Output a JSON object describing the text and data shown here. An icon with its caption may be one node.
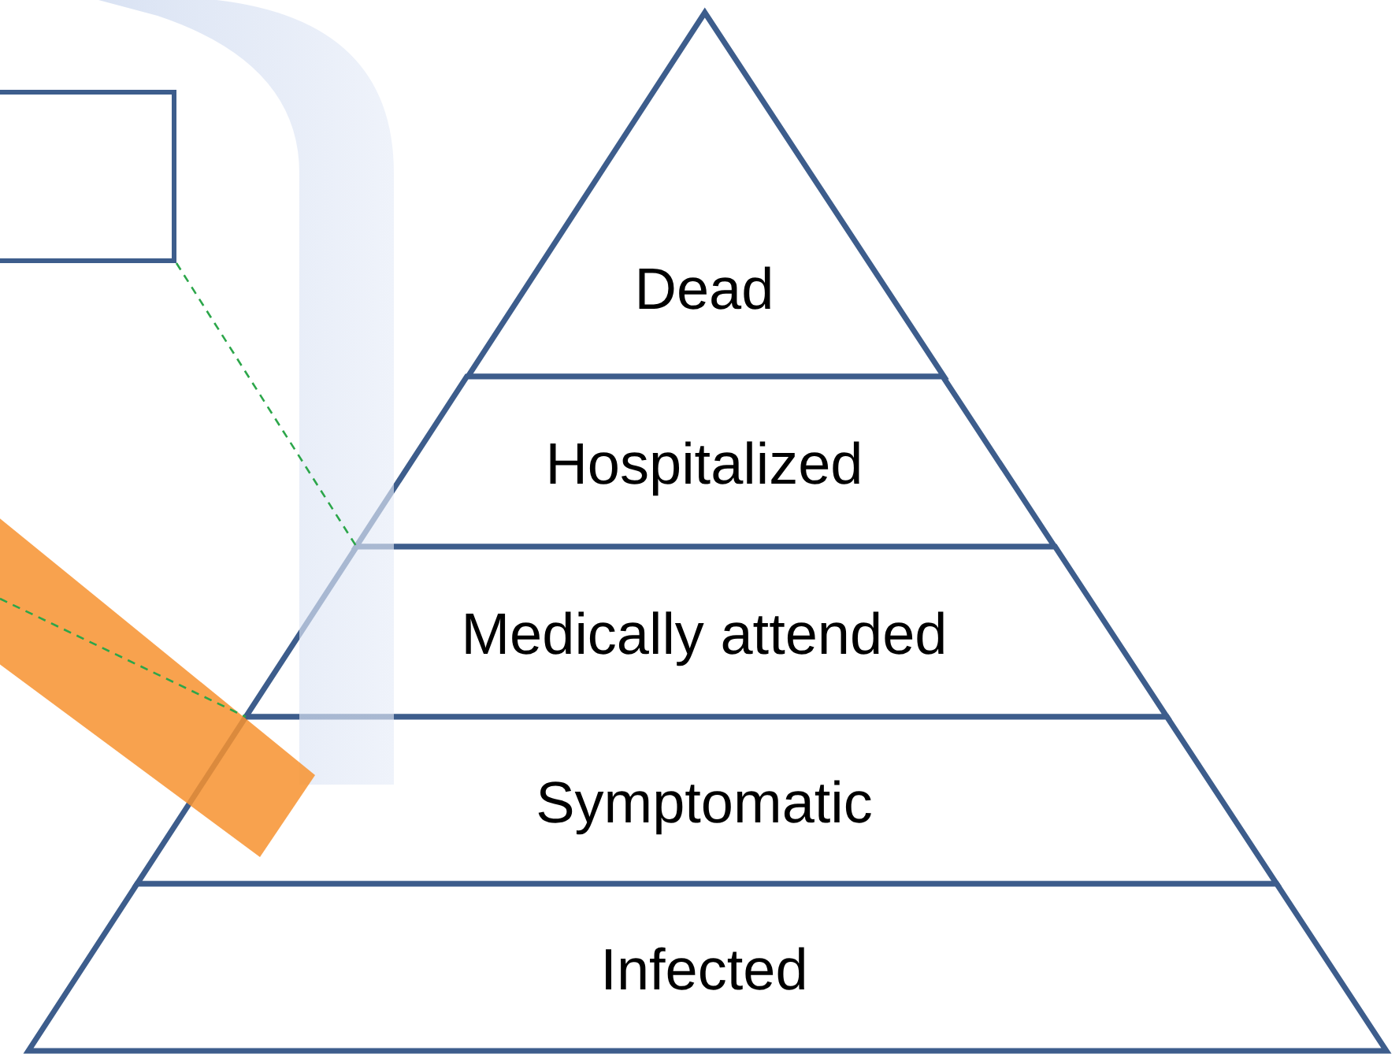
{
  "diagram": {
    "nodes": [
      {
        "text": [],
        "shape": "box"
      },
      {
        "text": [],
        "shape": "bar"
      },
      {
        "text": [
          "Dead"
        ]
      },
      {
        "text": [
          "Hospitalized"
        ]
      },
      {
        "text": [
          "Medically attended"
        ]
      },
      {
        "text": [
          "Symptomatic"
        ]
      },
      {
        "text": [
          "Infected"
        ]
      }
    ],
    "edges": [
      {
        "from": 0,
        "to": 4,
        "arrow": "none",
        "style": "dashed",
        "color": "#2ca64a"
      },
      {
        "from": 1,
        "to": 5,
        "arrow": "none",
        "style": "dashed",
        "color": "#2ca64a"
      }
    ]
  }
}
